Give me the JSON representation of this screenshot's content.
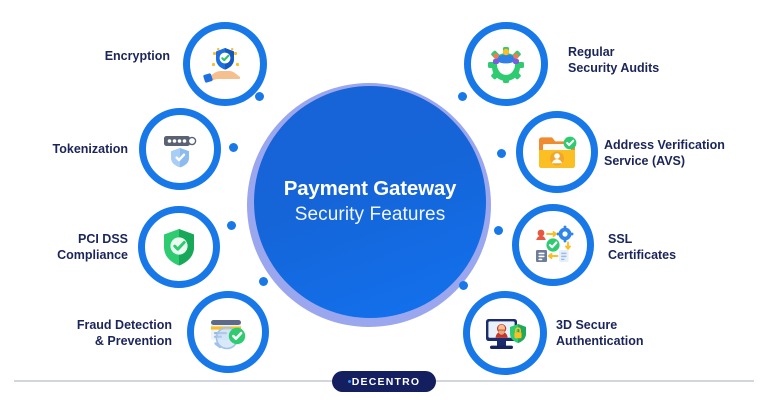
{
  "center": {
    "title": "Payment Gateway",
    "subtitle": "Security Features",
    "fill_color": "#1565D8",
    "halo_color": "#9AA6EE"
  },
  "theme": {
    "ring_color": "#1878E8",
    "label_color": "#1B2559",
    "background": "#FFFFFF",
    "dot_color": "#1878E8"
  },
  "features": [
    {
      "id": "encryption",
      "label": "Encryption",
      "icon": "hand-holding-shield-icon",
      "side": "left"
    },
    {
      "id": "tokenization",
      "label": "Tokenization",
      "icon": "password-field-shield-icon",
      "side": "left"
    },
    {
      "id": "pci-dss-compliance",
      "label": "PCI DSS\nCompliance",
      "icon": "green-shield-check-icon",
      "side": "left"
    },
    {
      "id": "fraud-detection",
      "label": "Fraud Detection\n& Prevention",
      "icon": "card-magnifier-check-icon",
      "side": "left"
    },
    {
      "id": "regular-security-audits",
      "label": "Regular\nSecurity Audits",
      "icon": "gear-team-audit-icon",
      "side": "right"
    },
    {
      "id": "address-verification-service",
      "label": "Address Verification\nService (AVS)",
      "icon": "folder-person-check-icon",
      "side": "right"
    },
    {
      "id": "ssl-certificates",
      "label": "SSL\nCertificates",
      "icon": "process-flow-check-icon",
      "side": "right"
    },
    {
      "id": "3d-secure-authentication",
      "label": "3D Secure\nAuthentication",
      "icon": "monitor-hacker-lock-icon",
      "side": "right"
    }
  ],
  "footer": {
    "brand": "DECENTRO"
  }
}
